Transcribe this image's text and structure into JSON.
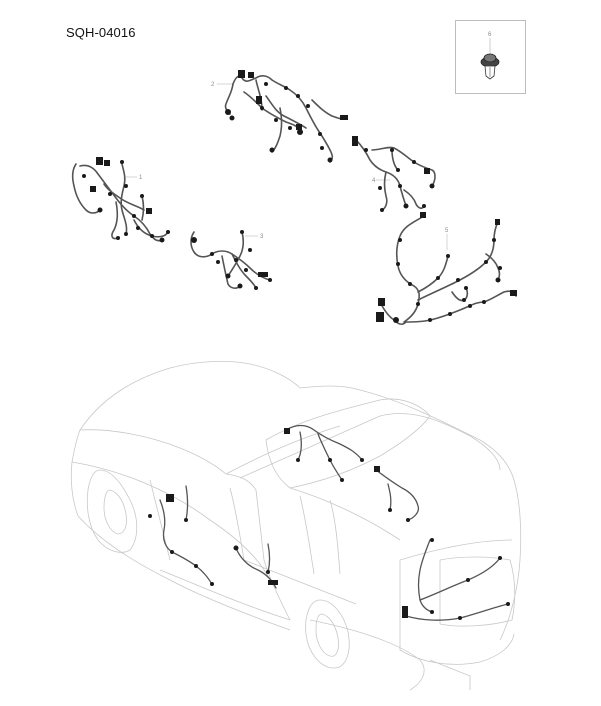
{
  "diagram": {
    "code": "SQH-04016",
    "type": "exploded parts diagram - wiring harnesses on vehicle"
  },
  "callouts": [
    {
      "num": "1",
      "label": "1"
    },
    {
      "num": "2",
      "label": "2"
    },
    {
      "num": "3",
      "label": "3"
    },
    {
      "num": "4",
      "label": "4"
    },
    {
      "num": "5",
      "label": "5"
    },
    {
      "num": "6",
      "label": "6"
    }
  ],
  "colors": {
    "background": "#ffffff",
    "harness": "#1a1a1a",
    "vehicle_outline": "#c8c8c8",
    "callout_text": "#8a8a8a",
    "inset_border": "#bdbdbd"
  }
}
